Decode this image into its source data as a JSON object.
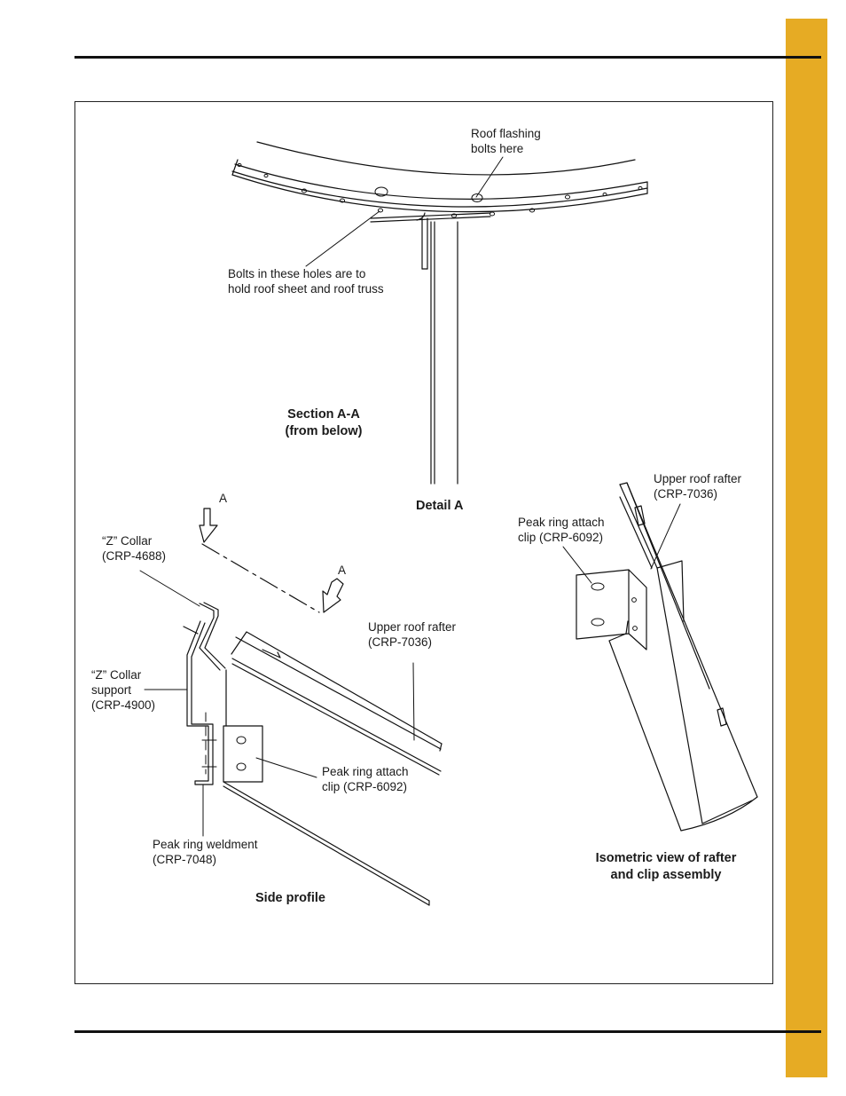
{
  "colors": {
    "accent_tab": "#e6ab24",
    "line": "#111111"
  },
  "section_aa": {
    "flashing_label": [
      "Roof flashing",
      "bolts here"
    ],
    "holes_label": [
      "Bolts in these holes are to",
      "hold roof sheet and roof truss"
    ],
    "caption": [
      "Section A-A",
      "(from below)"
    ],
    "detail_caption": "Detail A"
  },
  "side_profile": {
    "arrow_a_upper": "A",
    "arrow_a_lower": "A",
    "z_collar": [
      "“Z” Collar",
      "(CRP-4688)"
    ],
    "z_collar_support": [
      "“Z” Collar",
      "support",
      "(CRP-4900)"
    ],
    "upper_roof_rafter": [
      "Upper roof rafter",
      "(CRP-7036)"
    ],
    "peak_ring_clip": [
      "Peak ring attach",
      "clip (CRP-6092)"
    ],
    "peak_ring_weldment": [
      "Peak ring weldment",
      "(CRP-7048)"
    ],
    "caption": "Side profile"
  },
  "isometric": {
    "upper_roof_rafter": [
      "Upper roof rafter",
      "(CRP-7036)"
    ],
    "peak_ring_clip": [
      "Peak ring attach",
      "clip (CRP-6092)"
    ],
    "caption": [
      "Isometric view of rafter",
      "and clip assembly"
    ]
  }
}
